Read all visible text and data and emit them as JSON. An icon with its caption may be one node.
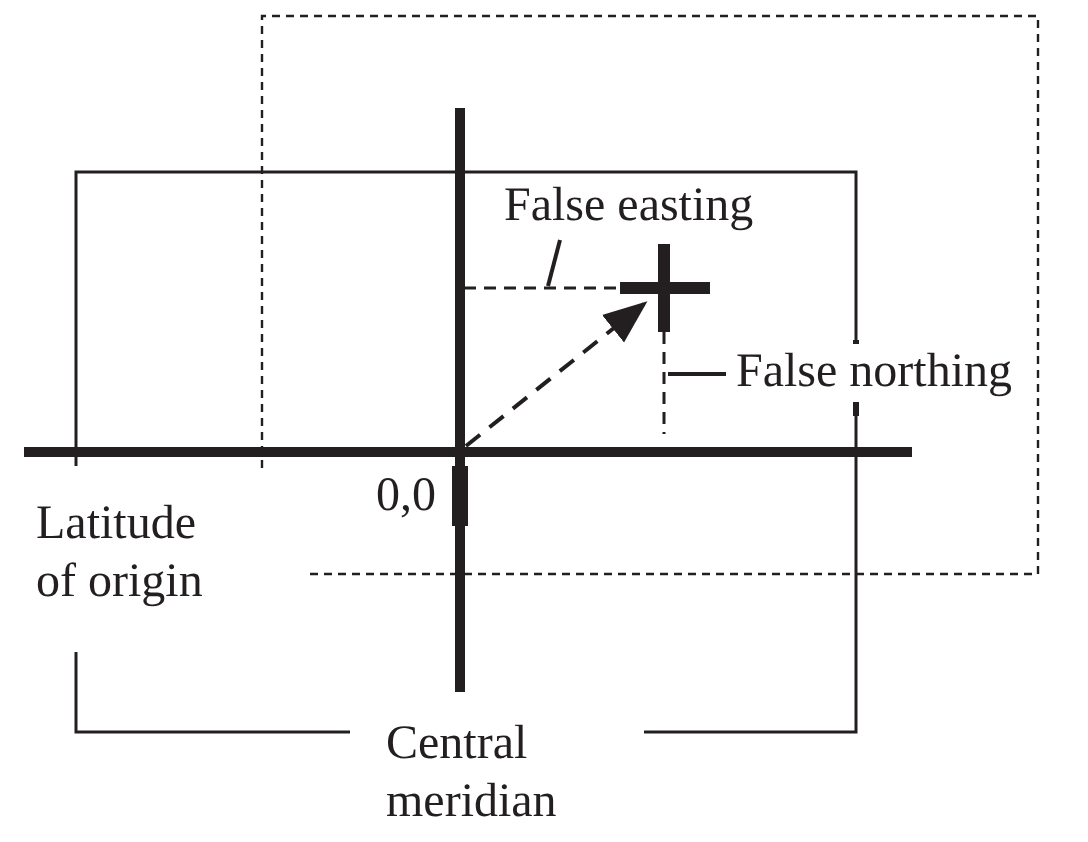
{
  "diagram": {
    "nodes": [
      {
        "text": [
          "False easting"
        ]
      },
      {
        "text": [
          "False northing"
        ]
      },
      {
        "text": [],
        "shape": "cross"
      }
    ],
    "edges": [
      {
        "from": 0,
        "to": null,
        "arrow": "none"
      },
      {
        "from": 1,
        "to": null,
        "arrow": "none"
      },
      {
        "from": null,
        "to": 2,
        "arrow": "to",
        "style": "dashed"
      }
    ],
    "labels": [
      "0,0",
      "Latitude of origin",
      "Central meridian"
    ]
  }
}
